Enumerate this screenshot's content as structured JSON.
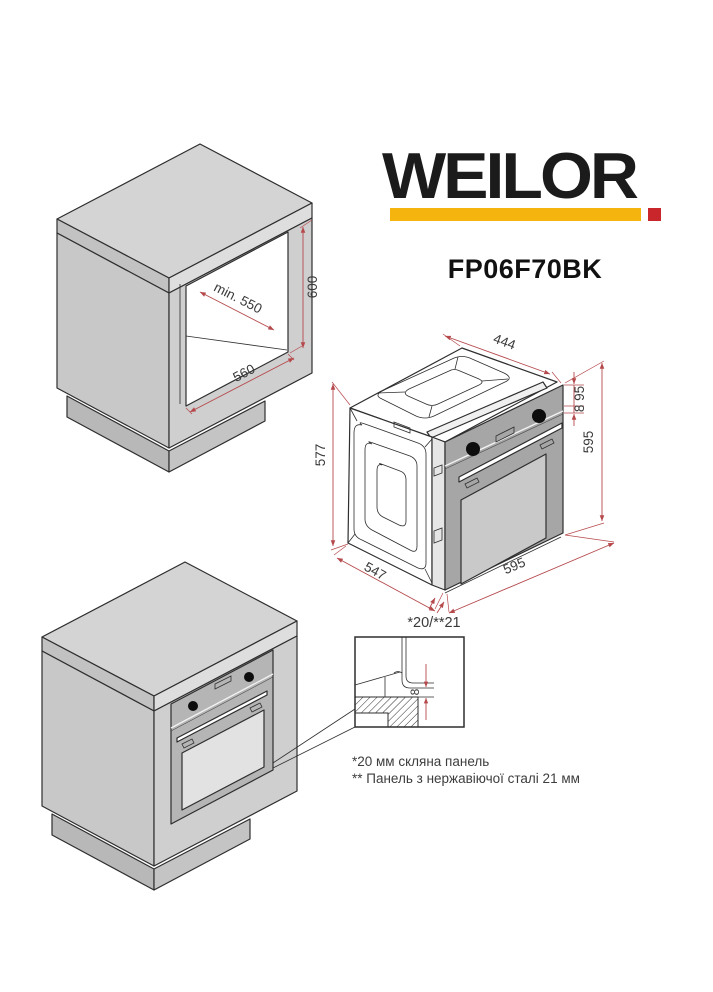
{
  "logo": {
    "text": "WEILOR",
    "bar_color": "#F6B40E",
    "square_color": "#C9262C"
  },
  "model": "FP06F70BK",
  "palette": {
    "dimension_red": "#b5494c",
    "outline_dark": "#2e2e2e"
  },
  "cabinet_diagram": {
    "dim_depth_min": "min. 550",
    "dim_width": "560",
    "dim_height": "600"
  },
  "oven_diagram": {
    "dim_top_depth": "444",
    "dim_panel_offsets": "8 95",
    "dim_front_height": "595",
    "dim_body_height": "577",
    "dim_body_depth": "547",
    "dim_front_width": "595",
    "panel_note": "*20/**21"
  },
  "detail_diagram": {
    "dim_gap": "8"
  },
  "footnotes": {
    "line1": "*20 мм скляна панель",
    "line2": "** Панель з нержавіючої сталі 21 мм"
  }
}
